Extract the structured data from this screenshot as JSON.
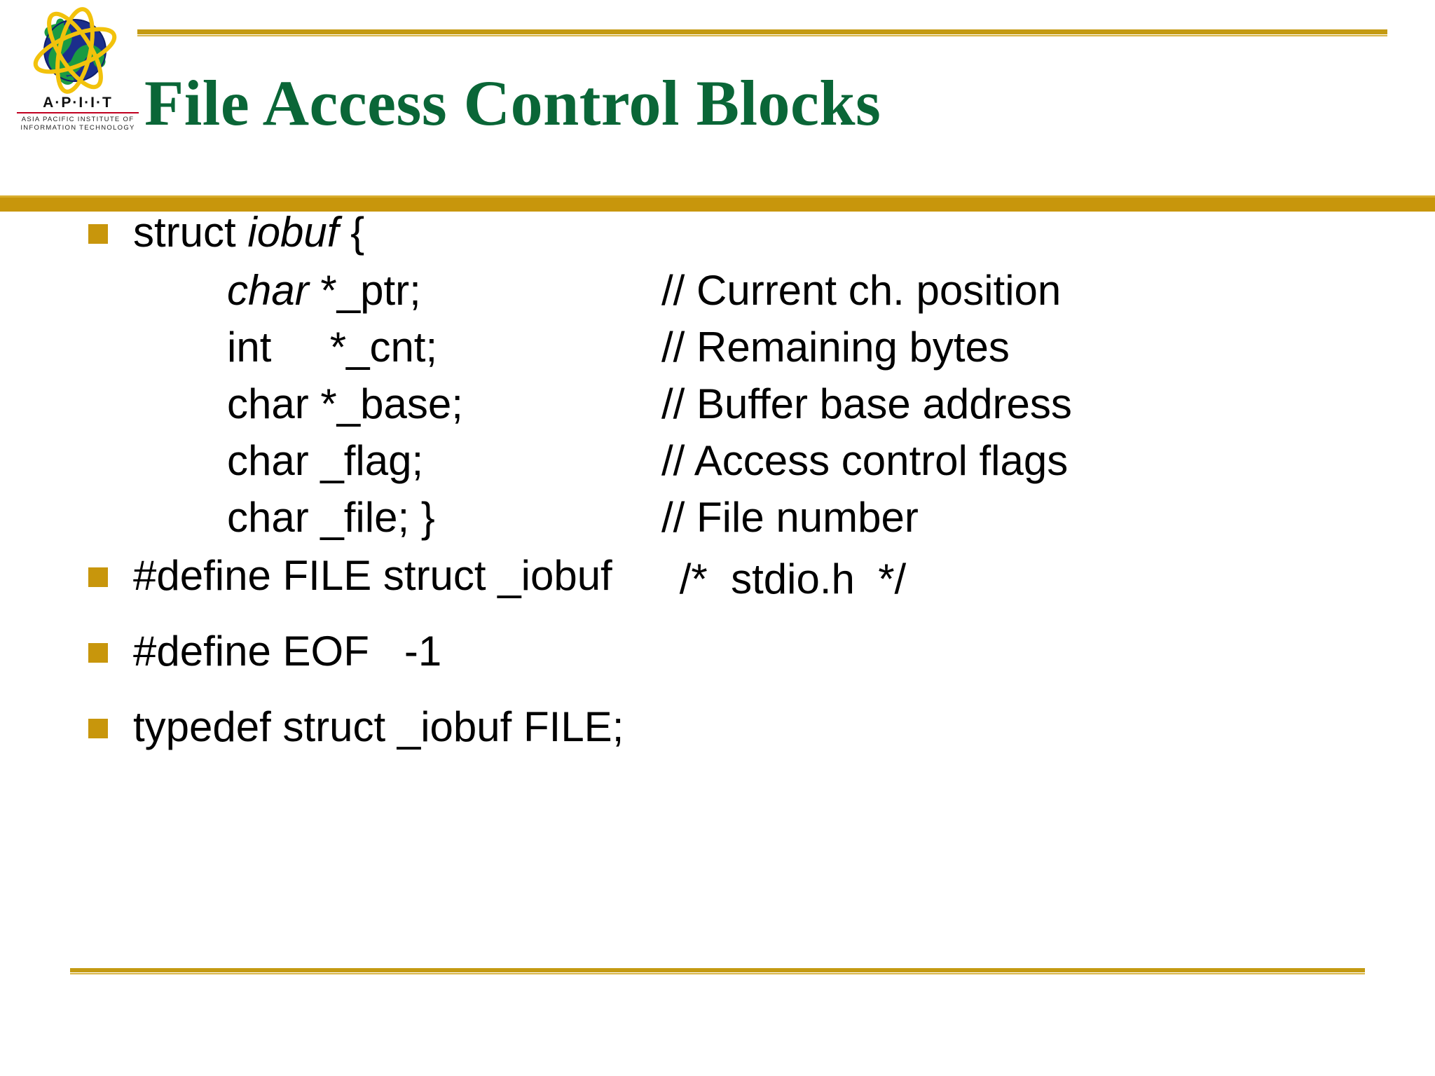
{
  "slide": {
    "title": "File Access Control Blocks",
    "title_color": "#0A6637",
    "accent_color": "#C8960C",
    "bullet_color": "#C8960C",
    "background_color": "#FFFFFF",
    "text_color": "#000000"
  },
  "logo": {
    "name": "apiit-logo",
    "acronym_letters": [
      "A",
      "P",
      "I",
      "I",
      "T"
    ],
    "acronym_text": "A·P·I·I·T",
    "tagline_line1": "ASIA PACIFIC INSTITUTE OF",
    "tagline_line2": "INFORMATION TECHNOLOGY",
    "globe_land_color": "#1A9B42",
    "globe_ocean_color": "#1B2E8C",
    "orbit_color": "#F2C20C",
    "rule_color": "#C00020"
  },
  "content": {
    "struct_open": {
      "prefix": "struct ",
      "name_italic": "iobuf",
      "suffix": " {"
    },
    "members": [
      {
        "type_italic": "char",
        "rest": " *_ptr;",
        "comment": "// Current ch. position"
      },
      {
        "type_italic": "",
        "rest": "int     *_cnt;",
        "comment": "// Remaining bytes"
      },
      {
        "type_italic": "",
        "rest": "char *_base;",
        "comment": "// Buffer base address"
      },
      {
        "type_italic": "",
        "rest": "char _flag;",
        "comment": "// Access control flags"
      },
      {
        "type_italic": "",
        "rest": "char _file; }",
        "comment": "// File number"
      }
    ],
    "bullets": [
      {
        "text": "#define FILE struct _iobuf",
        "trailing_comment": "/*  stdio.h  */"
      },
      {
        "text": "#define EOF   -1",
        "trailing_comment": ""
      },
      {
        "text": "typedef struct _iobuf FILE;",
        "trailing_comment": ""
      }
    ]
  }
}
